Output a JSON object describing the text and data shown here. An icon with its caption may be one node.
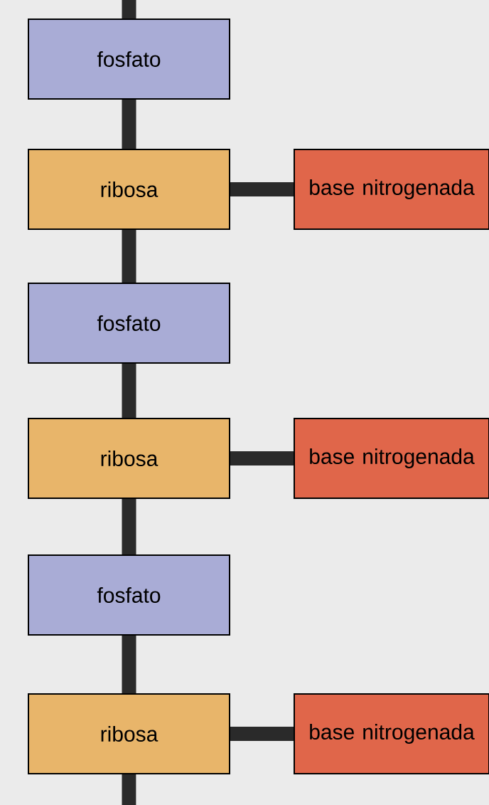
{
  "diagram": {
    "nodes": [
      {
        "text": [
          "fosfato"
        ]
      },
      {
        "text": [
          "ribosa"
        ]
      },
      {
        "text": [
          "base nitrogenada"
        ]
      },
      {
        "text": [
          "fosfato"
        ]
      },
      {
        "text": [
          "ribosa"
        ]
      },
      {
        "text": [
          "base nitrogenada"
        ]
      },
      {
        "text": [
          "fosfato"
        ]
      },
      {
        "text": [
          "ribosa"
        ]
      },
      {
        "text": [
          "base nitrogenada"
        ]
      }
    ],
    "edges": [
      {
        "from": null,
        "to": 0,
        "arrow": "none"
      },
      {
        "from": 0,
        "to": 1,
        "arrow": "none"
      },
      {
        "from": 1,
        "to": 2,
        "arrow": "none"
      },
      {
        "from": 1,
        "to": 3,
        "arrow": "none"
      },
      {
        "from": 3,
        "to": 4,
        "arrow": "none"
      },
      {
        "from": 4,
        "to": 5,
        "arrow": "none"
      },
      {
        "from": 4,
        "to": 6,
        "arrow": "none"
      },
      {
        "from": 6,
        "to": 7,
        "arrow": "none"
      },
      {
        "from": 7,
        "to": 8,
        "arrow": "none"
      },
      {
        "from": 7,
        "to": null,
        "arrow": "none"
      }
    ]
  }
}
